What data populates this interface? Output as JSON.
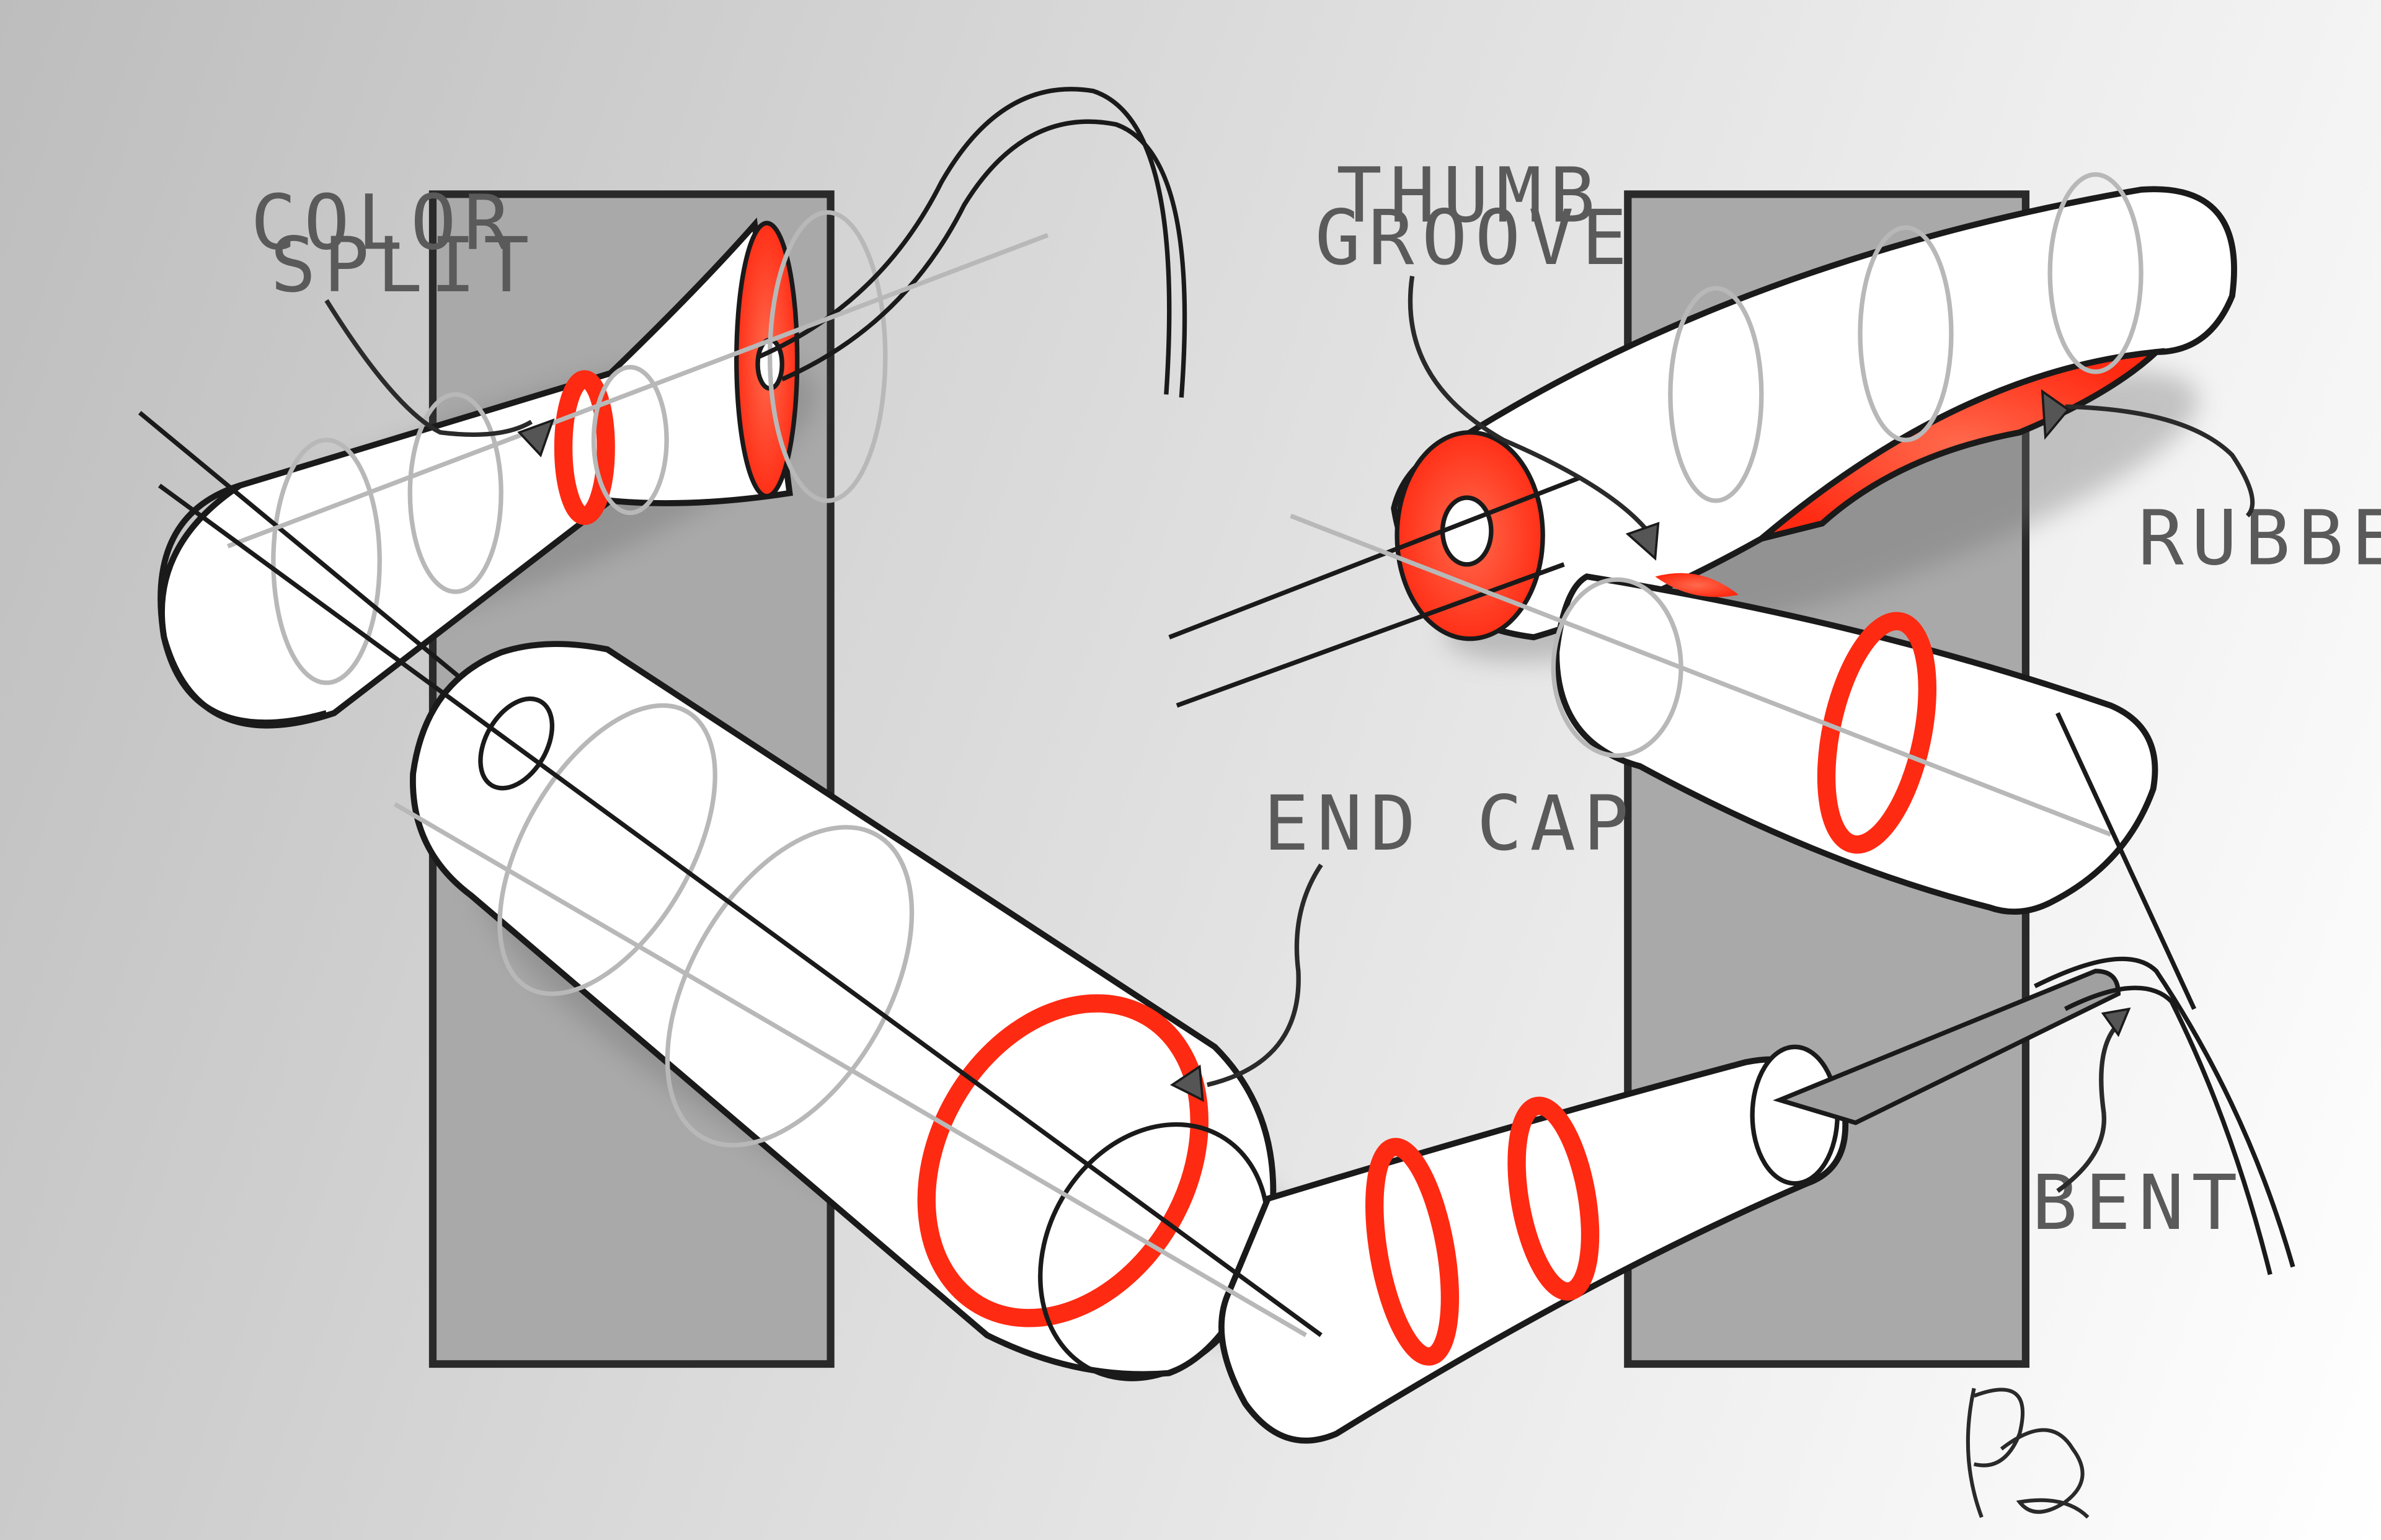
{
  "colors": {
    "accent": "#ff2a12",
    "panel": "#a9a9a9",
    "outline": "#1a1a1a",
    "construction": "#b8b8b8"
  },
  "annotations": {
    "color_split": [
      "COLOR",
      "SPLIT"
    ],
    "thumb_groove": [
      "THUMB",
      "GROOVE"
    ],
    "rubber": "RUBBER",
    "end_cap": "END CAP",
    "bent": "BENT"
  },
  "signature": "PB"
}
